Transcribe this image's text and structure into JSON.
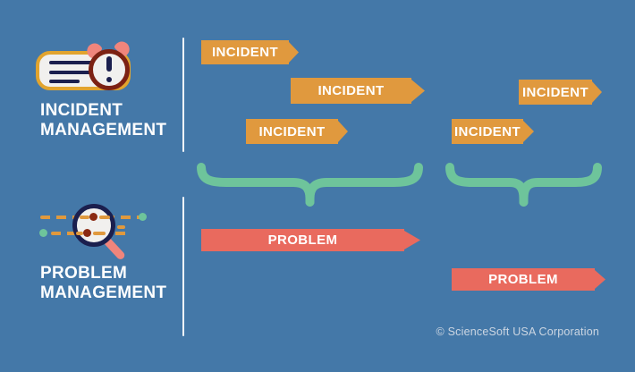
{
  "colors": {
    "bg": "#4478a8",
    "orange": "#e0993e",
    "salmon": "#e96a5e",
    "green": "#6ec49b",
    "navy": "#1b1f4e",
    "maroon": "#7c2113",
    "darkred": "#8b2a12",
    "gold": "#e2a42e",
    "pink": "#f0857c",
    "fill": "#f1f0ee",
    "divider": "#f5f7f9",
    "white": "#ffffff",
    "copyright": "#ccd6e2"
  },
  "left_panel": {
    "incident": {
      "icon": "incident-report-alarm-icon",
      "title_line1": "INCIDENT",
      "title_line2": "MANAGEMENT"
    },
    "problem": {
      "icon": "magnifier-analysis-icon",
      "title_line1": "PROBLEM",
      "title_line2": "MANAGEMENT"
    }
  },
  "diagram": {
    "incident_tags": [
      {
        "label": "INCIDENT",
        "group": 1
      },
      {
        "label": "INCIDENT",
        "group": 1
      },
      {
        "label": "INCIDENT",
        "group": 1
      },
      {
        "label": "INCIDENT",
        "group": 2
      },
      {
        "label": "INCIDENT",
        "group": 2
      }
    ],
    "problem_tags": [
      {
        "label": "PROBLEM",
        "group": 1
      },
      {
        "label": "PROBLEM",
        "group": 2
      }
    ]
  },
  "footer": {
    "copyright": "© ScienceSoft USA Corporation"
  }
}
